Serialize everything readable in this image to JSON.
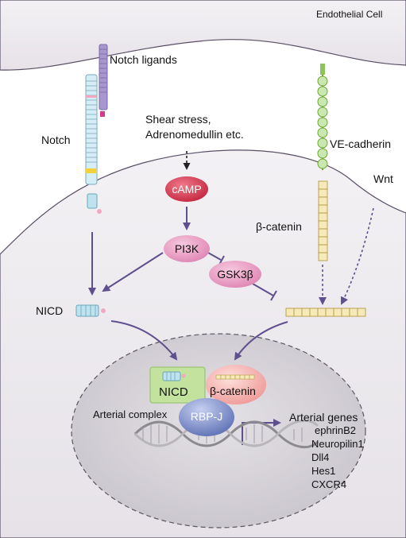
{
  "cell_title": "Endothelial Cell",
  "labels": {
    "notch_ligands": "Notch ligands",
    "notch": "Notch",
    "shear_stress_line1": "Shear stress,",
    "shear_stress_line2": "Adrenomedullin etc.",
    "ve_cadherin": "VE-cadherin",
    "wnt": "Wnt",
    "beta_catenin_membrane": "β-catenin",
    "nicd": "NICD",
    "arterial_complex": "Arterial complex"
  },
  "nodes": {
    "camp": "cAMP",
    "pi3k": "PI3K",
    "gsk3b": "GSK3β",
    "nicd_nuclear": "NICD",
    "beta_catenin_nuclear": "β-catenin",
    "rbpj": "RBP-J"
  },
  "arterial_genes": {
    "title": "Arterial genes",
    "genes": [
      "ephrinB2",
      "Neuropilin1",
      "Dll4",
      "Hes1",
      "CXCR4"
    ]
  },
  "colors": {
    "arrow": "#5f4f8f",
    "cell_fill": "#ece8ef",
    "nucleus_fill": "#d9d5dc",
    "camp": "#d3354f",
    "pi3k": "#e79ac1",
    "nicd_box": "#bfe09a",
    "beta_catenin": "#f4b3b3",
    "rbpj": "#7d8fc9"
  }
}
